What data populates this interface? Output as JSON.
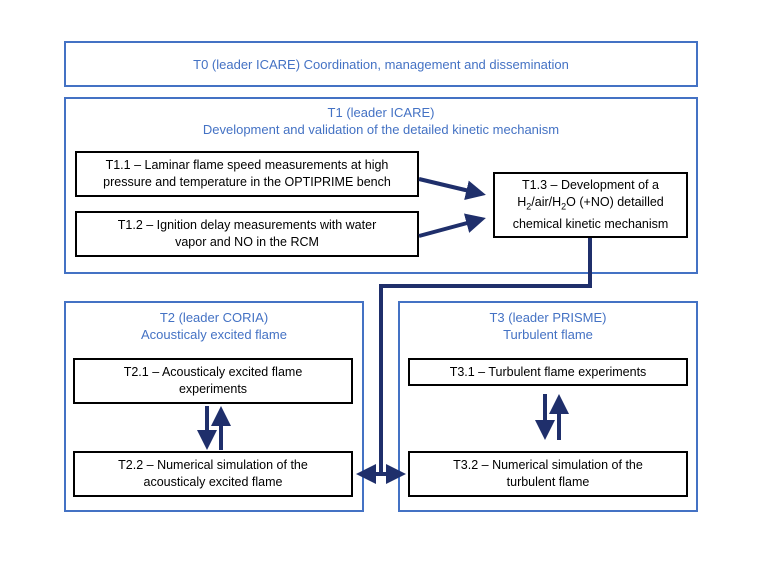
{
  "t0": {
    "title": "T0 (leader ICARE) Coordination, management and dissemination"
  },
  "t1": {
    "title_line1": "T1 (leader ICARE)",
    "title_line2": "Development and validation of the detailed kinetic mechanism",
    "t11": {
      "line1": "T1.1 – Laminar flame speed measurements at high",
      "line2": "pressure and temperature in the OPTIPRIME bench"
    },
    "t12": {
      "line1": "T1.2 – Ignition delay measurements with water",
      "line2": "vapor and NO in the RCM"
    },
    "t13": {
      "line1": "T1.3 – Development of a",
      "line2_a": "H",
      "sub1": "2",
      "line2_b": "/air/H",
      "sub2": "2",
      "line2_c": "O (+NO) detailled",
      "line3": "chemical kinetic mechanism"
    }
  },
  "t2": {
    "title_line1": "T2 (leader CORIA)",
    "title_line2": "Acousticaly excited flame",
    "t21": {
      "line1": "T2.1 – Acousticaly excited flame",
      "line2": "experiments"
    },
    "t22": {
      "line1": "T2.2 – Numerical simulation of the",
      "line2": "acousticaly excited flame"
    }
  },
  "t3": {
    "title_line1": "T3 (leader PRISME)",
    "title_line2": "Turbulent flame",
    "t31": {
      "line1": "T3.1 – Turbulent flame experiments"
    },
    "t32": {
      "line1": "T3.2 – Numerical simulation of the",
      "line2": "turbulent flame"
    }
  },
  "colors": {
    "frame": "#4472c4",
    "arrow": "#1f2f6b",
    "box_border": "#000000"
  }
}
